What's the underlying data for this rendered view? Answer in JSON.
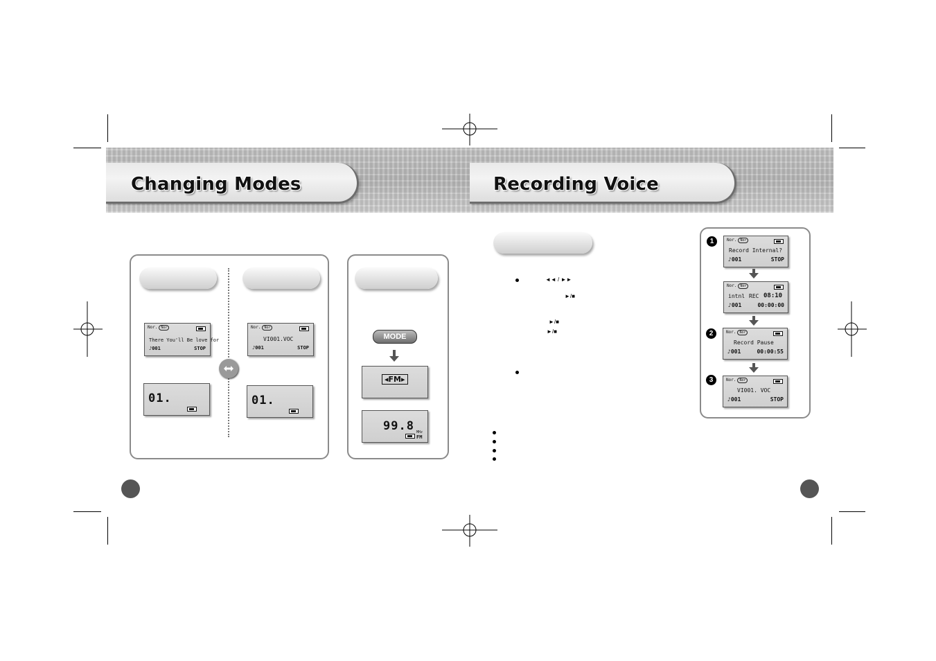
{
  "left_page": {
    "title": "Changing Modes",
    "panel_a": {
      "lcd_top": {
        "mode_tag": "Nor.",
        "tag2": "Nor",
        "line1": "There You'll Be love for",
        "line2_icon": "♪",
        "line2_num": "001",
        "line2_status": "STOP"
      },
      "lcd_bottom": {
        "digits": "01."
      }
    },
    "panel_b": {
      "lcd_top": {
        "mode_tag": "Nor.",
        "tag2": "Nor",
        "line1": "VI001.VOC",
        "line2_num": "001",
        "line2_status": "STOP"
      },
      "lcd_bottom": {
        "digits": "01."
      }
    },
    "panel_c": {
      "mode_button": "MODE",
      "fm_label": "FM",
      "freq": "99.8",
      "freq_unit_top": "MHz",
      "freq_unit_bottom": "FM"
    }
  },
  "right_page": {
    "title": "Recording Voice",
    "step_glyphs": {
      "skip": "◄◄ / ►►",
      "play_stop_1": "►/■",
      "play_stop_2": "►/■",
      "play_stop_3": "►/■"
    },
    "steps": [
      {
        "num": "1",
        "tag1": "Nor.",
        "tag2": "Nor",
        "line1": "Record Internal?",
        "line2_num": "001",
        "line2_status": "STOP"
      },
      {
        "num": "",
        "tag1": "Nor.",
        "tag2": "Nor",
        "line1_left": "intnl",
        "line1_mid": "REC",
        "line1_time": "08:10",
        "line2_num": "001",
        "line2_time": "00:00:00"
      },
      {
        "num": "2",
        "tag1": "Nor.",
        "tag2": "Nor",
        "line1": "Record Pause",
        "line2_num": "001",
        "line2_time": "00:00:55"
      },
      {
        "num": "3",
        "tag1": "Nor.",
        "tag2": "Nor",
        "line1": "VI001. VOC",
        "line2_num": "001",
        "line2_status": "STOP"
      }
    ]
  }
}
